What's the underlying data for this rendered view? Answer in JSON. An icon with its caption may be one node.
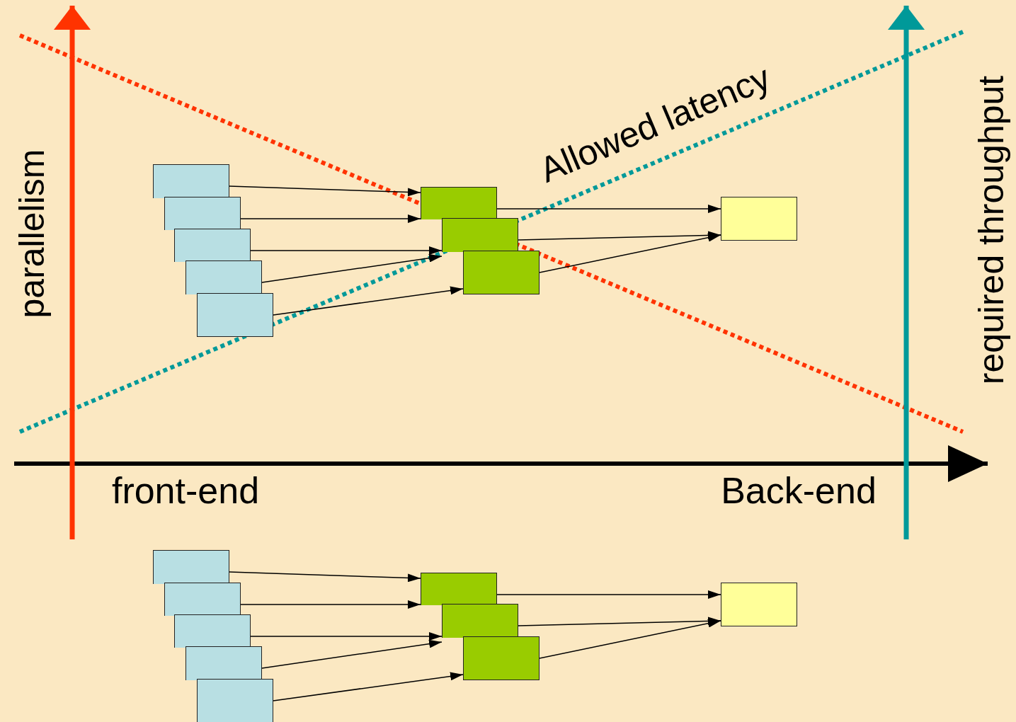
{
  "diagram": {
    "nodes": [
      {
        "text": [],
        "shape": "box"
      },
      {
        "text": [],
        "shape": "box"
      },
      {
        "text": [],
        "shape": "box"
      },
      {
        "text": [],
        "shape": "box"
      },
      {
        "text": [],
        "shape": "box"
      },
      {
        "text": [],
        "shape": "box"
      },
      {
        "text": [],
        "shape": "box"
      },
      {
        "text": [],
        "shape": "box"
      },
      {
        "text": [],
        "shape": "box"
      },
      {
        "text": [],
        "shape": "box"
      },
      {
        "text": [],
        "shape": "box"
      },
      {
        "text": [],
        "shape": "box"
      },
      {
        "text": [],
        "shape": "box"
      },
      {
        "text": [],
        "shape": "box"
      },
      {
        "text": [],
        "shape": "box"
      },
      {
        "text": [],
        "shape": "box"
      },
      {
        "text": [],
        "shape": "box"
      },
      {
        "text": [],
        "shape": "box"
      }
    ],
    "edges": [
      {
        "from": 0,
        "to": 5,
        "arrow": "to"
      },
      {
        "from": 1,
        "to": 5,
        "arrow": "to"
      },
      {
        "from": 2,
        "to": 6,
        "arrow": "to"
      },
      {
        "from": 3,
        "to": 6,
        "arrow": "to"
      },
      {
        "from": 4,
        "to": 7,
        "arrow": "to"
      },
      {
        "from": 5,
        "to": 8,
        "arrow": "to"
      },
      {
        "from": 6,
        "to": 8,
        "arrow": "to"
      },
      {
        "from": 7,
        "to": 8,
        "arrow": "to"
      },
      {
        "from": 9,
        "to": 14,
        "arrow": "to"
      },
      {
        "from": 10,
        "to": 14,
        "arrow": "to"
      },
      {
        "from": 11,
        "to": 15,
        "arrow": "to"
      },
      {
        "from": 12,
        "to": 15,
        "arrow": "to"
      },
      {
        "from": 13,
        "to": 16,
        "arrow": "to"
      },
      {
        "from": 14,
        "to": 17,
        "arrow": "to"
      },
      {
        "from": 15,
        "to": 17,
        "arrow": "to"
      },
      {
        "from": 16,
        "to": 17,
        "arrow": "to"
      }
    ],
    "labels": [
      "parallelism",
      "Allowed latency",
      "required throughput",
      "front-end",
      "Back-end"
    ]
  }
}
